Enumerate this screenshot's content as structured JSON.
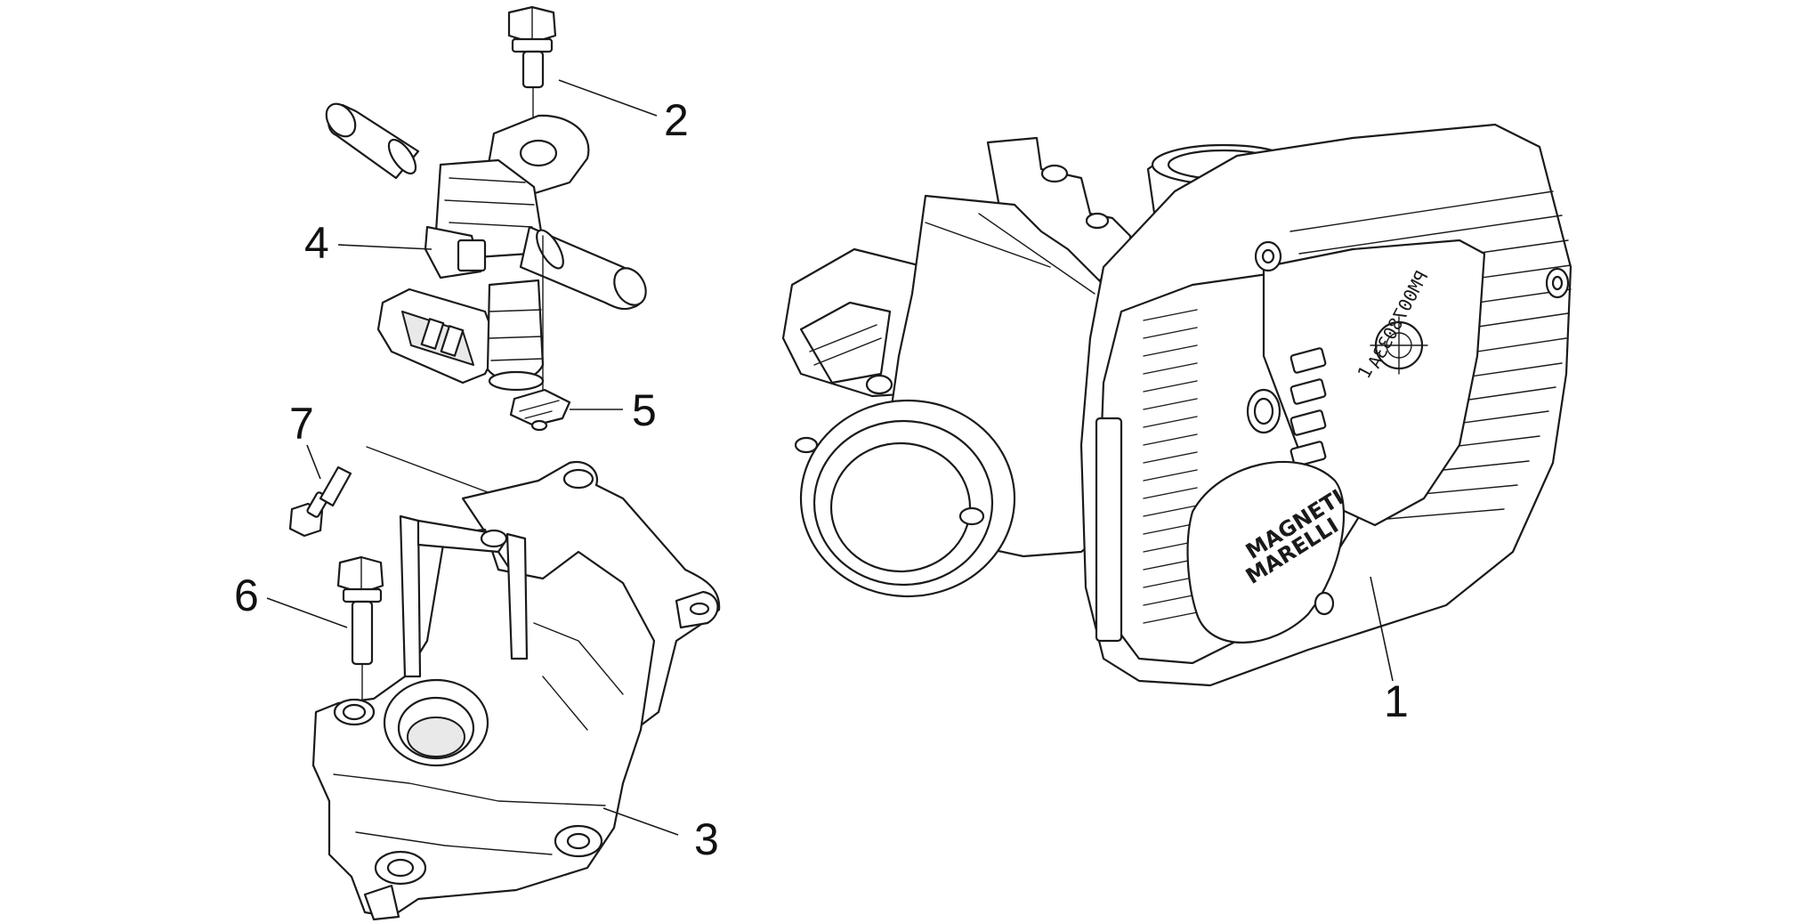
{
  "callouts": {
    "c1": "1",
    "c2": "2",
    "c3": "3",
    "c4": "4",
    "c5": "5",
    "c6": "6",
    "c7": "7"
  },
  "markings": {
    "logo_line1": "MAGNETI",
    "logo_line2": "MARELLI",
    "serial": "PM0078033A",
    "small_mark": "1"
  }
}
